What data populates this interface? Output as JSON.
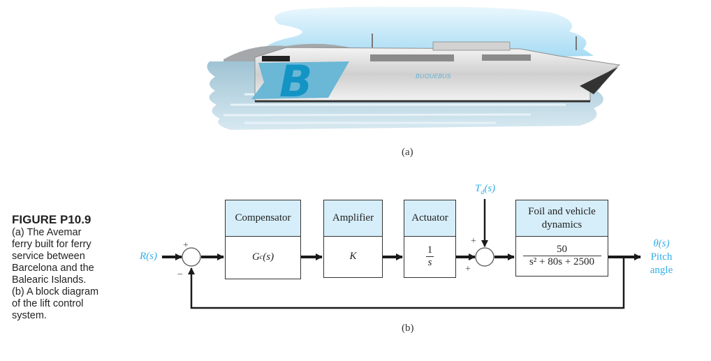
{
  "caption": {
    "figure_id": "FIGURE P10.9",
    "lines": [
      "(a) The Avemar",
      "ferry built for ferry",
      "service between",
      "Barcelona and the",
      "Balearic Islands.",
      "(b) A block diagram",
      "of the lift control",
      "system."
    ]
  },
  "ferry_illustration": {
    "hull_text": "BUQUEBUS",
    "logo_letter": "B"
  },
  "subfigure_labels": {
    "a": "(a)",
    "b": "(b)"
  },
  "diagram": {
    "input": "R(s)",
    "disturbance": "Td(s)",
    "disturbance_base": "T",
    "disturbance_sub": "d",
    "disturbance_tail": "(s)",
    "output": "θ(s)",
    "output_desc_1": "Pitch",
    "output_desc_2": "angle",
    "sum1_signs": {
      "top": "+",
      "bottom": "−"
    },
    "sum2_signs": {
      "top": "+",
      "bottom": "+"
    },
    "blocks": [
      {
        "header": "Compensator",
        "tf_base": "G",
        "tf_sub": "c",
        "tf_tail": "(s)"
      },
      {
        "header": "Amplifier",
        "tf": "K"
      },
      {
        "header": "Actuator",
        "tf_num": "1",
        "tf_den": "s"
      },
      {
        "header_1": "Foil and vehicle",
        "header_2": "dynamics",
        "tf_num": "50",
        "tf_den": "s² + 80s + 2500"
      }
    ]
  },
  "colors": {
    "signal_blue": "#33aee6",
    "block_header": "#d6eef9",
    "line": "#1a1a1a"
  }
}
